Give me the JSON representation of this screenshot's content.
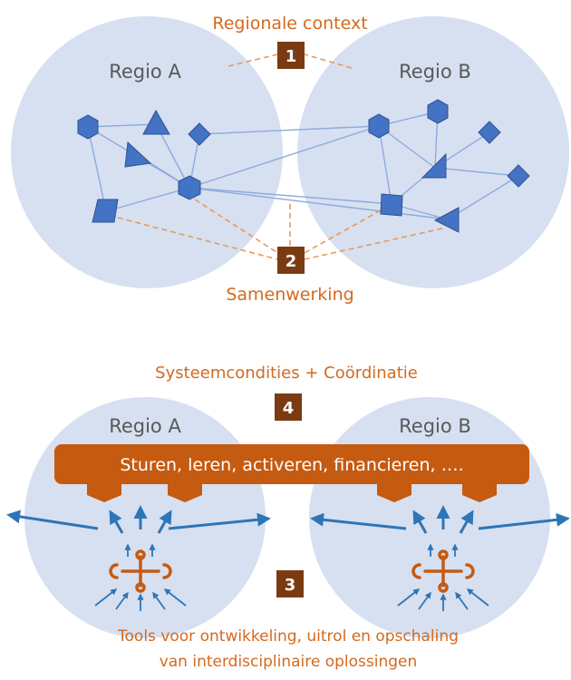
{
  "top": {
    "title": "Regionale context",
    "badge_1": "1",
    "badge_2": "2",
    "caption": "Samenwerking",
    "region_a": "Regio A",
    "region_b": "Regio B"
  },
  "bottom": {
    "title": "Systeemcondities + Coördinatie",
    "badge_4": "4",
    "badge_3": "3",
    "region_a": "Regio A",
    "region_b": "Regio B",
    "banner": "Sturen, leren, activeren, financieren, ….",
    "caption_line1": "Tools voor ontwikkeling, uitrol en opschaling",
    "caption_line2": "van interdisciplinaire oplossingen"
  },
  "colors": {
    "accent": "#d4691e",
    "badge": "#7a3b12",
    "circle": "#d6e0f1",
    "shape": "#4472c4",
    "network_line": "#8faadc"
  }
}
